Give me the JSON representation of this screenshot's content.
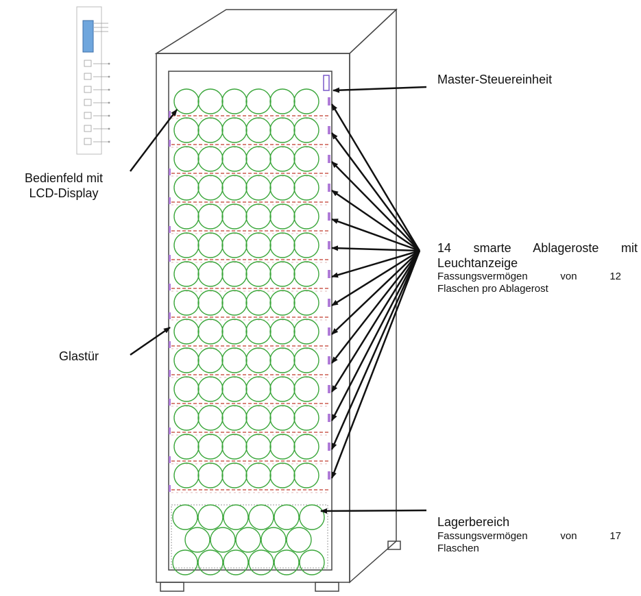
{
  "labels": {
    "master": "Master-Steuereinheit",
    "panel_line1": "Bedienfeld mit",
    "panel_line2": "LCD-Display",
    "shelves_line1": "14 smarte Ablageroste mit",
    "shelves_line2": "Leuchtanzeige",
    "shelves_sub1": "Fassungsvermögen von 12",
    "shelves_sub2": "Flaschen pro Ablagerost",
    "door": "Glastür",
    "storage": "Lagerbereich",
    "storage_sub1": "Fassungsvermögen von 17",
    "storage_sub2": "Flaschen"
  },
  "diagram": {
    "shelf_count": 14,
    "bottles_per_shelf": 6,
    "storage_rows": [
      6,
      5,
      6
    ],
    "colors": {
      "outline": "#444444",
      "bottle": "#3aa63a",
      "shelf": "#c0392b",
      "indicator": "#b07cd8",
      "arrow": "#111111"
    }
  }
}
